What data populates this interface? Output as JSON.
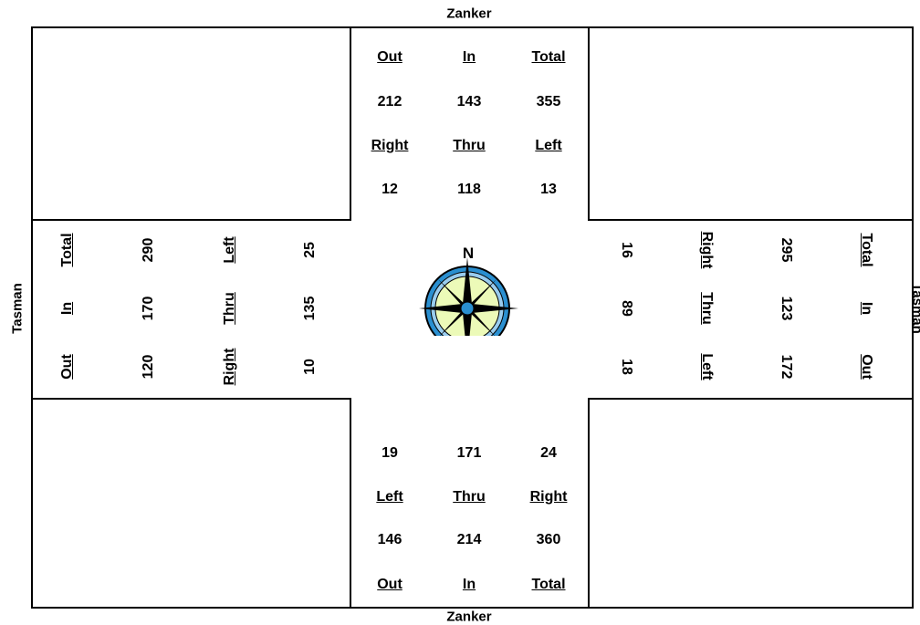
{
  "streets": {
    "north": "Zanker",
    "south": "Zanker",
    "west": "Tasman",
    "east": "Tasman"
  },
  "compass": {
    "label": "N"
  },
  "north_approach": {
    "headers": [
      "Out",
      "In",
      "Total"
    ],
    "totals": [
      "212",
      "143",
      "355"
    ],
    "movement_headers": [
      "Right",
      "Thru",
      "Left"
    ],
    "movements": [
      "12",
      "118",
      "13"
    ]
  },
  "south_approach": {
    "movements": [
      "19",
      "171",
      "24"
    ],
    "movement_headers": [
      "Left",
      "Thru",
      "Right"
    ],
    "totals": [
      "146",
      "214",
      "360"
    ],
    "headers": [
      "Out",
      "In",
      "Total"
    ]
  },
  "west_approach": {
    "headers": [
      "Total",
      "In",
      "Out"
    ],
    "totals": [
      "290",
      "170",
      "120"
    ],
    "movement_headers": [
      "Left",
      "Thru",
      "Right"
    ],
    "movements": [
      "25",
      "135",
      "10"
    ]
  },
  "east_approach": {
    "movements": [
      "16",
      "89",
      "18"
    ],
    "movement_headers": [
      "Right",
      "Thru",
      "Left"
    ],
    "totals": [
      "295",
      "123",
      "172"
    ],
    "headers": [
      "Total",
      "In",
      "Out"
    ]
  }
}
